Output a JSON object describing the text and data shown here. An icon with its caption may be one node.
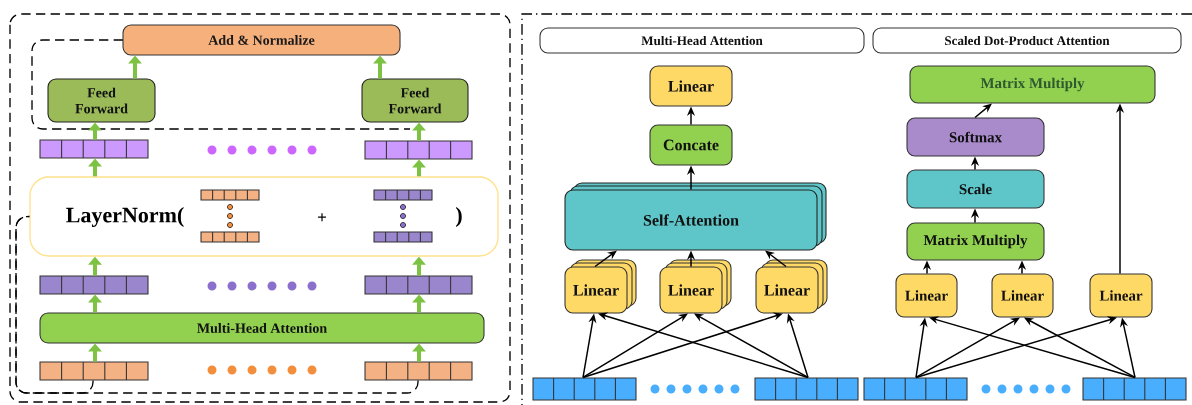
{
  "diagram": {
    "nodes": [
      {
        "text": [
          "Add & Normalize"
        ]
      },
      {
        "text": [
          "Feed Forward"
        ]
      },
      {
        "text": [
          "Feed Forward"
        ]
      },
      {
        "text": [],
        "shape": "bar"
      },
      {
        "text": [],
        "shape": "bar"
      },
      {
        "text": [
          "LayerNorm(",
          "+",
          ")"
        ]
      },
      {
        "text": [],
        "shape": "bar"
      },
      {
        "text": [],
        "shape": "bar"
      },
      {
        "text": [
          "Multi-Head Attention"
        ]
      },
      {
        "text": [],
        "shape": "bar"
      },
      {
        "text": [],
        "shape": "bar"
      },
      {
        "text": [
          "Multi-Head Attention"
        ]
      },
      {
        "text": [
          "Scaled Dot-Product Attention"
        ]
      },
      {
        "text": [
          "Linear"
        ]
      },
      {
        "text": [
          "Concate"
        ]
      },
      {
        "text": [
          "Self-Attention"
        ]
      },
      {
        "text": [
          "Linear"
        ]
      },
      {
        "text": [
          "Linear"
        ]
      },
      {
        "text": [
          "Linear"
        ]
      },
      {
        "text": [
          "Matrix Multiply"
        ]
      },
      {
        "text": [
          "Softmax"
        ]
      },
      {
        "text": [
          "Scale"
        ]
      },
      {
        "text": [
          "Matrix Multiply"
        ]
      },
      {
        "text": [
          "Linear"
        ]
      },
      {
        "text": [
          "Linear"
        ]
      },
      {
        "text": [
          "Linear"
        ]
      },
      {
        "text": [],
        "shape": "bar"
      },
      {
        "text": [],
        "shape": "bar"
      },
      {
        "text": [],
        "shape": "bar"
      },
      {
        "text": [],
        "shape": "bar"
      }
    ],
    "edges": [
      {
        "from": 9,
        "to": 8,
        "arrow": "to",
        "style": "thick",
        "color": "#7dc242"
      },
      {
        "from": 8,
        "to": 6,
        "arrow": "to",
        "style": "thick",
        "color": "#7dc242"
      },
      {
        "from": 6,
        "to": 5,
        "arrow": "to",
        "style": "thick",
        "color": "#7dc242"
      },
      {
        "from": 5,
        "to": 3,
        "arrow": "to",
        "style": "thick",
        "color": "#7dc242"
      },
      {
        "from": 3,
        "to": 1,
        "arrow": "to",
        "style": "thick",
        "color": "#7dc242"
      },
      {
        "from": 1,
        "to": 0,
        "arrow": "to",
        "style": "thick",
        "color": "#7dc242"
      },
      {
        "from": 10,
        "to": 8,
        "arrow": "to",
        "style": "thick",
        "color": "#7dc242"
      },
      {
        "from": 8,
        "to": 7,
        "arrow": "to",
        "style": "thick",
        "color": "#7dc242"
      },
      {
        "from": 7,
        "to": 5,
        "arrow": "to",
        "style": "thick",
        "color": "#7dc242"
      },
      {
        "from": 5,
        "to": 4,
        "arrow": "to",
        "style": "thick",
        "color": "#7dc242"
      },
      {
        "from": 4,
        "to": 2,
        "arrow": "to",
        "style": "thick",
        "color": "#7dc242"
      },
      {
        "from": 2,
        "to": 0,
        "arrow": "to",
        "style": "thick",
        "color": "#7dc242"
      },
      {
        "from": 9,
        "to": 5,
        "arrow": "none",
        "style": "dashed"
      },
      {
        "from": 10,
        "to": 5,
        "arrow": "none",
        "style": "dashed"
      },
      {
        "from": 26,
        "to": 16,
        "arrow": "to"
      },
      {
        "from": 26,
        "to": 17,
        "arrow": "to"
      },
      {
        "from": 26,
        "to": 18,
        "arrow": "to"
      },
      {
        "from": 27,
        "to": 16,
        "arrow": "to"
      },
      {
        "from": 27,
        "to": 17,
        "arrow": "to"
      },
      {
        "from": 27,
        "to": 18,
        "arrow": "to"
      },
      {
        "from": 16,
        "to": 15,
        "arrow": "to"
      },
      {
        "from": 17,
        "to": 15,
        "arrow": "to"
      },
      {
        "from": 18,
        "to": 15,
        "arrow": "to"
      },
      {
        "from": 15,
        "to": 14,
        "arrow": "to"
      },
      {
        "from": 14,
        "to": 13,
        "arrow": "to"
      },
      {
        "from": 28,
        "to": 23,
        "arrow": "to"
      },
      {
        "from": 28,
        "to": 24,
        "arrow": "to"
      },
      {
        "from": 28,
        "to": 25,
        "arrow": "to"
      },
      {
        "from": 29,
        "to": 23,
        "arrow": "to"
      },
      {
        "from": 29,
        "to": 24,
        "arrow": "to"
      },
      {
        "from": 29,
        "to": 25,
        "arrow": "to"
      },
      {
        "from": 23,
        "to": 22,
        "arrow": "to"
      },
      {
        "from": 24,
        "to": 22,
        "arrow": "to"
      },
      {
        "from": 22,
        "to": 21,
        "arrow": "to"
      },
      {
        "from": 21,
        "to": 20,
        "arrow": "to"
      },
      {
        "from": 20,
        "to": 19,
        "arrow": "to"
      },
      {
        "from": 25,
        "to": 19,
        "arrow": "to"
      }
    ]
  }
}
